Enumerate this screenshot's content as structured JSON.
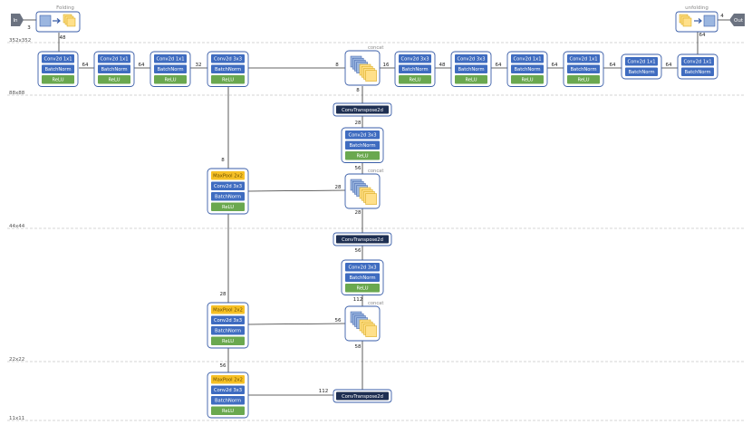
{
  "colors": {
    "conv": "#3f6cc0",
    "bn": "#3f6cc0",
    "relu": "#6aa84f",
    "maxpool": "#f6c026",
    "convT": "#1e2f52",
    "box_border": "#3a5ea8",
    "line": "#333333",
    "io": "#6b7280",
    "grid_line": "#c4c4c4"
  },
  "io": {
    "input": "In",
    "output": "Out"
  },
  "folding": {
    "label": "Folding",
    "in_ch": "3",
    "out_ch": "48"
  },
  "unfolding": {
    "label": "unfolding",
    "in_ch": "64",
    "out_ch": "4"
  },
  "resolutions": [
    "352x352",
    "88x88",
    "44x44",
    "22x22",
    "11x11"
  ],
  "labels": {
    "conv1x1": "Conv2d 1x1",
    "conv3x3": "Conv2d 3x3",
    "bn": "BatchNorm",
    "relu": "ReLU",
    "maxpool": "MaxPool 2x2",
    "convT": "ConvTranspose2d",
    "concat": "concat"
  },
  "edge_labels": {
    "e1": "64",
    "e2": "64",
    "e3": "32",
    "e4": "8",
    "e5": "16",
    "e6": "48",
    "e7": "64",
    "e8": "64",
    "e9": "64",
    "e10": "64",
    "e11": "8",
    "e12": "28",
    "e13": "8",
    "e14": "28",
    "e15": "56",
    "e16": "28",
    "e17": "28",
    "e18": "56",
    "e19": "112",
    "e20": "56",
    "e21": "58",
    "e22": "56",
    "e23": "112"
  }
}
